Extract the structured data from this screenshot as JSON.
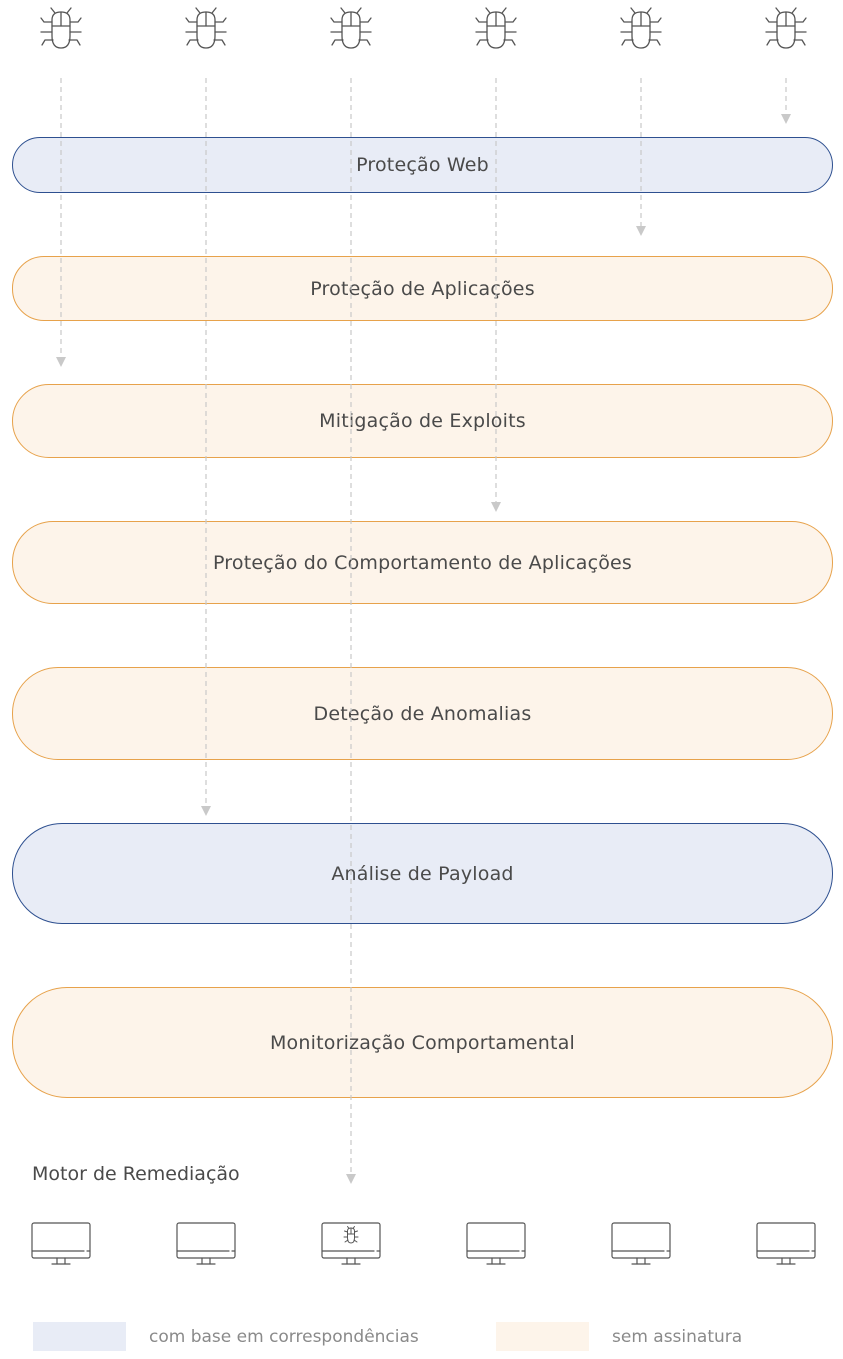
{
  "layers": [
    {
      "label": "Proteção Web",
      "type": "match"
    },
    {
      "label": "Proteção de Aplicações",
      "type": "nosig"
    },
    {
      "label": "Mitigação de Exploits",
      "type": "nosig"
    },
    {
      "label": "Proteção do Comportamento de Aplicações",
      "type": "nosig"
    },
    {
      "label": "Deteção de Anomalias",
      "type": "nosig"
    },
    {
      "label": "Análise de Payload",
      "type": "match"
    },
    {
      "label": "Monitorização Comportamental",
      "type": "nosig"
    }
  ],
  "threats": [
    {
      "icon": "bug-icon",
      "stops_at": "Mitigação de Exploits"
    },
    {
      "icon": "bug-icon",
      "stops_at": "Análise de Payload"
    },
    {
      "icon": "bug-icon",
      "stops_at": "Motor de Remediação"
    },
    {
      "icon": "bug-icon",
      "stops_at": "Proteção do Comportamento de Aplicações"
    },
    {
      "icon": "bug-icon",
      "stops_at": "Proteção de Aplicações"
    },
    {
      "icon": "bug-icon",
      "stops_at": "Proteção Web"
    }
  ],
  "engine": {
    "title": "Motor de Remediação"
  },
  "endpoints": [
    {
      "icon": "monitor-icon",
      "infected": false
    },
    {
      "icon": "monitor-icon",
      "infected": false
    },
    {
      "icon": "monitor-icon",
      "infected": true
    },
    {
      "icon": "monitor-icon",
      "infected": false
    },
    {
      "icon": "monitor-icon",
      "infected": false
    },
    {
      "icon": "monitor-icon",
      "infected": false
    }
  ],
  "legend": {
    "match_label": "com base em correspondências",
    "nosig_label": "sem assinatura"
  },
  "colors": {
    "match_fill": "#e8ecf6",
    "match_border": "#2e5090",
    "nosig_fill": "#fdf4ea",
    "nosig_border": "#e7a24b",
    "arrow": "#c9c9c9"
  }
}
